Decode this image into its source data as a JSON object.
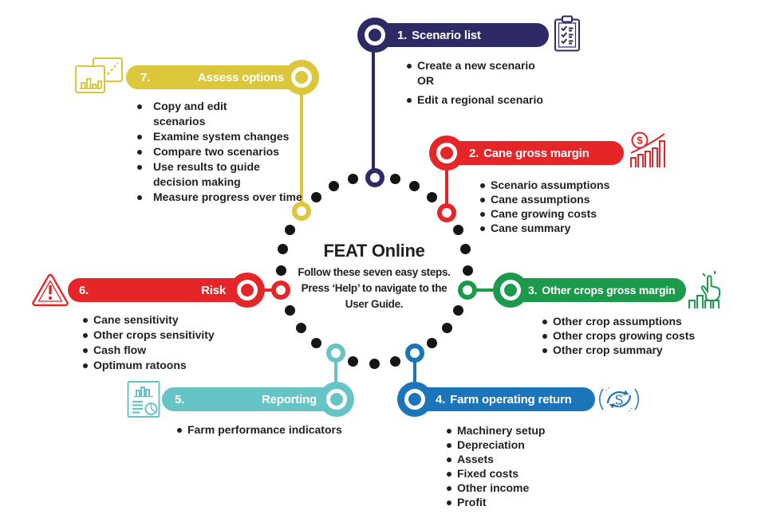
{
  "center": {
    "title": "FEAT Online",
    "subtitle": "Follow these seven easy steps.\nPress ‘Help’ to navigate to the\nUser Guide."
  },
  "colors": {
    "navy": "#2E2A66",
    "red": "#E52528",
    "green": "#1B9A4C",
    "blue": "#1C74B9",
    "teal": "#67C4C6",
    "yellow": "#DCC63C",
    "text": "#231F20",
    "dot": "#151515"
  },
  "steps": [
    {
      "num": "1.",
      "title": "Scenario list",
      "color": "#2E2A66",
      "icon": "clipboard-checklist-icon",
      "items": [
        "Create a new scenario\nOR",
        "Edit a regional scenario"
      ]
    },
    {
      "num": "2.",
      "title": "Cane gross margin",
      "color": "#E52528",
      "icon": "bar-chart-dollar-icon",
      "items": [
        "Scenario assumptions",
        "Cane assumptions",
        "Cane growing costs",
        "Cane summary"
      ]
    },
    {
      "num": "3.",
      "title": "Other crops gross margin",
      "color": "#1B9A4C",
      "icon": "hand-click-chart-icon",
      "items": [
        "Other crop assumptions",
        "Other crops growing costs",
        "Other crop summary"
      ]
    },
    {
      "num": "4.",
      "title": "Farm operating return",
      "color": "#1C74B9",
      "icon": "dollar-cycle-icon",
      "items": [
        "Machinery setup",
        "Depreciation",
        "Assets",
        "Fixed costs",
        "Other income",
        "Profit"
      ]
    },
    {
      "num": "5.",
      "title": "Reporting",
      "color": "#67C4C6",
      "icon": "report-document-icon",
      "items": [
        "Farm performance indicators"
      ]
    },
    {
      "num": "6.",
      "title": "Risk",
      "color": "#E52528",
      "icon": "warning-triangle-icon",
      "items": [
        "Cane sensitivity",
        "Other crops sensitivity",
        "Cash flow",
        "Optimum ratoons"
      ]
    },
    {
      "num": "7.",
      "title": "Assess options",
      "color": "#DCC63C",
      "icon": "compare-charts-icon",
      "items": [
        "Copy and edit\nscenarios",
        "Examine system changes",
        "Compare two scenarios",
        "Use results to guide\ndecision making",
        "Measure progress over time"
      ]
    }
  ]
}
